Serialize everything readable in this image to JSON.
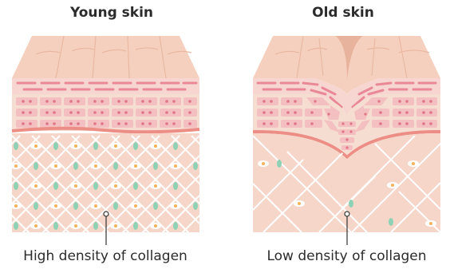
{
  "diagram": {
    "young": {
      "title": "Young skin",
      "caption": "High density of collagen"
    },
    "old": {
      "title": "Old skin",
      "caption": "Low density of collagen"
    },
    "colors": {
      "epidermis_top": "#f6d0be",
      "epidermis_front": "#fbe6d8",
      "upper_layer": "#f7d6d2",
      "upper_lines": "#e98896",
      "cell_layer": "#f6ddd2",
      "cell_block": "#f3bfc0",
      "cell_dot": "#e07585",
      "basement_line": "#ec8e86",
      "dermis": "#f6d6c9",
      "collagen_line": "#ffffff",
      "collagen_node": "#8fd1b4",
      "fibroblast": "#f8b25a"
    }
  }
}
